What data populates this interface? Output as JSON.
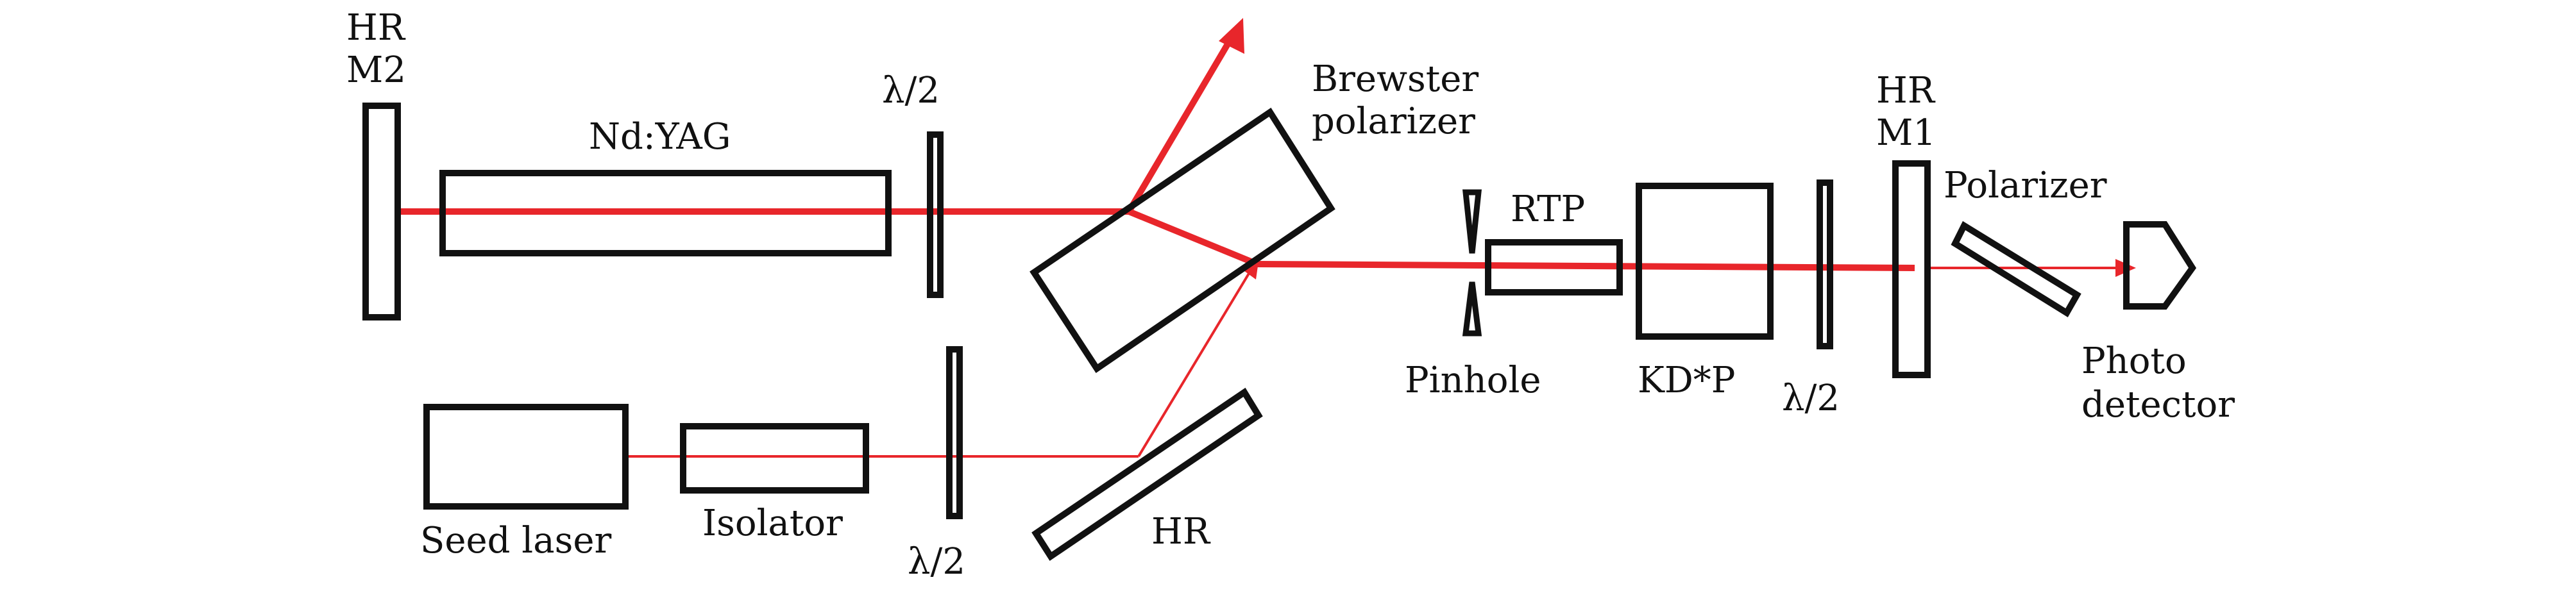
{
  "colors": {
    "beam": "#e8262b",
    "outline": "#111111",
    "background": "#ffffff"
  },
  "labels": {
    "hr_m2_line1": "HR",
    "hr_m2_line2": "M2",
    "nd_yag": "Nd:YAG",
    "half_wave_top": "λ/2",
    "brewster_line1": "Brewster",
    "brewster_line2": "polarizer",
    "rtp": "RTP",
    "pinhole": "Pinhole",
    "kdp": "KD*P",
    "half_wave_right": "λ/2",
    "hr_m1_line1": "HR",
    "hr_m1_line2": "M1",
    "polarizer": "Polarizer",
    "photo_line1": "Photo",
    "photo_line2": "detector",
    "seed_laser": "Seed laser",
    "isolator": "Isolator",
    "half_wave_bottom": "λ/2",
    "hr_bottom": "HR"
  }
}
